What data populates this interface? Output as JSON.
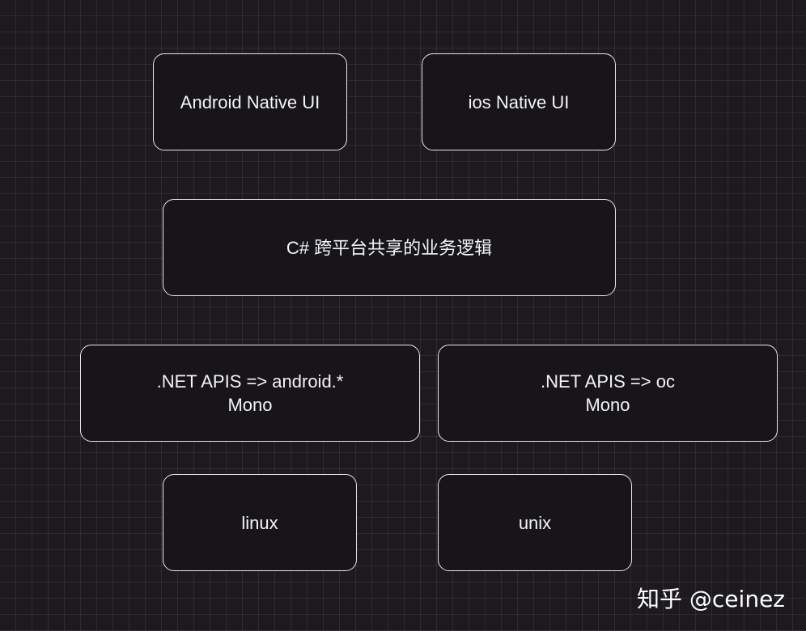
{
  "nodes": {
    "android_native_ui": {
      "label": "Android Native UI"
    },
    "ios_native_ui": {
      "label": "ios Native UI"
    },
    "shared_logic": {
      "label": "C# 跨平台共享的业务逻辑"
    },
    "net_android": {
      "line1": ".NET APIS => android.*",
      "line2": "Mono"
    },
    "net_oc": {
      "line1": ".NET APIS => oc",
      "line2": "Mono"
    },
    "linux": {
      "label": "linux"
    },
    "unix": {
      "label": "unix"
    }
  },
  "watermark": {
    "text": "知乎 @ceinez"
  },
  "colors": {
    "background": "#1c1a1f",
    "node_fill": "#17151a",
    "node_border": "#e6e6e6",
    "text": "#f4f4f4"
  }
}
